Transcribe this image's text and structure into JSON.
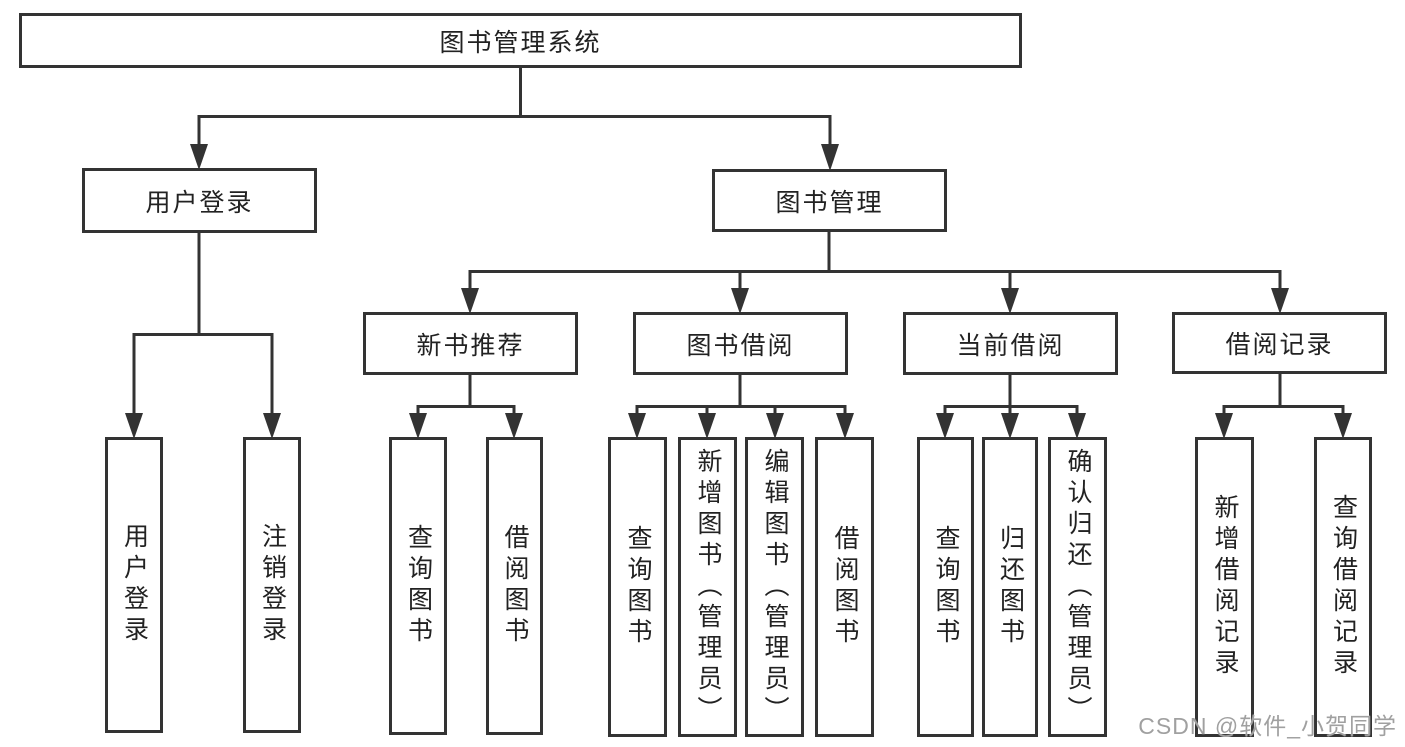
{
  "tree": {
    "root": {
      "label": "图书管理系统"
    },
    "branches": [
      {
        "label": "用户登录"
      },
      {
        "label": "图书管理"
      }
    ],
    "sections": [
      {
        "label": "新书推荐"
      },
      {
        "label": "图书借阅"
      },
      {
        "label": "当前借阅"
      },
      {
        "label": "借阅记录"
      }
    ],
    "leaves": [
      {
        "label": "用户登录"
      },
      {
        "label": "注销登录"
      },
      {
        "label": "查询图书"
      },
      {
        "label": "借阅图书"
      },
      {
        "label": "查询图书"
      },
      {
        "label": "新增图书（管理员）"
      },
      {
        "label": "编辑图书（管理员）"
      },
      {
        "label": "借阅图书"
      },
      {
        "label": "查询图书"
      },
      {
        "label": "归还图书"
      },
      {
        "label": "确认归还（管理员）"
      },
      {
        "label": "新增借阅记录"
      },
      {
        "label": "查询借阅记录"
      }
    ]
  },
  "watermark": {
    "text": "CSDN @软件_小贺同学",
    "color": "#a0a0a0"
  },
  "colors": {
    "line": "#333333",
    "text": "#222222",
    "background": "#ffffff"
  }
}
